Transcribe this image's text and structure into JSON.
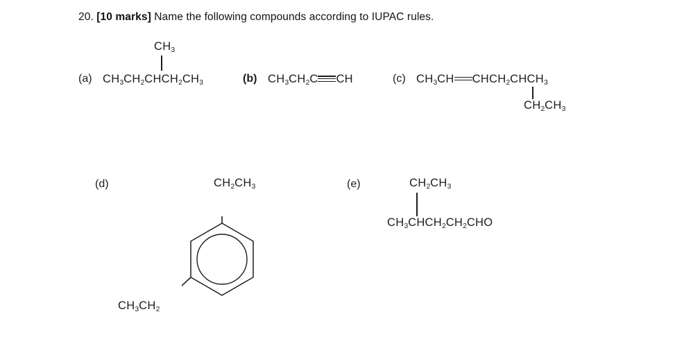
{
  "header": {
    "number": "20.",
    "marks": "[10 marks]",
    "instruction": "Name the following compounds according to IUPAC rules."
  },
  "colors": {
    "background": "#ffffff",
    "ink": "#1c1c1c",
    "bond": "#1c1c1c"
  },
  "compounds": [
    {
      "id": "a",
      "label": "(a)",
      "bold_label": false,
      "branch_above": "CH3",
      "main_chain": "CH3CH2CHCH2CH3",
      "bond_type": "single"
    },
    {
      "id": "b",
      "label": "(b)",
      "bold_label": true,
      "main_chain_left": "CH3CH2C",
      "bond_type": "triple",
      "main_chain_right": "CH"
    },
    {
      "id": "c",
      "label": "(c)",
      "bold_label": false,
      "main_chain_left": "CH3CH",
      "bond_type": "double",
      "main_chain_right": "CHCH2CHCH3",
      "branch_below": "CH2CH3"
    },
    {
      "id": "d",
      "label": "(d)",
      "bold_label": false,
      "structure": "benzene-ring",
      "aromatic_circle": true,
      "substituent_top": "CH2CH3",
      "substituent_lower_left": "CH3CH2"
    },
    {
      "id": "e",
      "label": "(e)",
      "bold_label": false,
      "branch_above": "CH2CH3",
      "main_chain": "CH3CHCH2CH2CHO",
      "bond_type": "single"
    }
  ],
  "formulas": {
    "a_branch": {
      "text": "CH",
      "sub": "3"
    },
    "a_chain": [
      {
        "t": "CH"
      },
      {
        "s": "3"
      },
      {
        "t": "CH"
      },
      {
        "s": "2"
      },
      {
        "t": "CHCH"
      },
      {
        "s": "2"
      },
      {
        "t": "CH"
      },
      {
        "s": "3"
      }
    ],
    "b_left": [
      {
        "t": "CH"
      },
      {
        "s": "3"
      },
      {
        "t": "CH"
      },
      {
        "s": "2"
      },
      {
        "t": "C"
      }
    ],
    "b_right": [
      {
        "t": "CH"
      }
    ],
    "c_left": [
      {
        "t": "CH"
      },
      {
        "s": "3"
      },
      {
        "t": "CH"
      }
    ],
    "c_right": [
      {
        "t": "CHCH"
      },
      {
        "s": "2"
      },
      {
        "t": "CHCH"
      },
      {
        "s": "3"
      }
    ],
    "c_branch": [
      {
        "t": "CH"
      },
      {
        "s": "2"
      },
      {
        "t": "CH"
      },
      {
        "s": "3"
      }
    ],
    "d_top": [
      {
        "t": "CH"
      },
      {
        "s": "2"
      },
      {
        "t": "CH"
      },
      {
        "s": "3"
      }
    ],
    "d_lower_left": [
      {
        "t": "CH"
      },
      {
        "s": "3"
      },
      {
        "t": "CH"
      },
      {
        "s": "2"
      }
    ],
    "e_branch": [
      {
        "t": "CH"
      },
      {
        "s": "2"
      },
      {
        "t": "CH"
      },
      {
        "s": "3"
      }
    ],
    "e_chain": [
      {
        "t": "CH"
      },
      {
        "s": "3"
      },
      {
        "t": "CHCH"
      },
      {
        "s": "2"
      },
      {
        "t": "CH"
      },
      {
        "s": "2"
      },
      {
        "t": "CHO"
      }
    ]
  }
}
